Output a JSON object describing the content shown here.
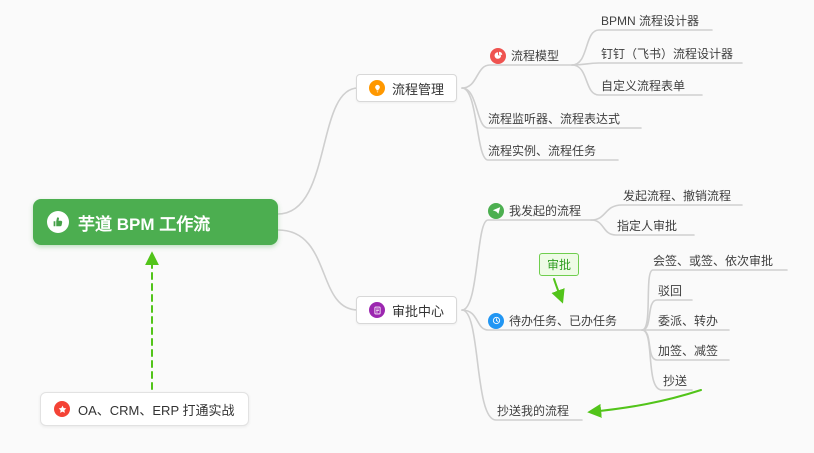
{
  "root": {
    "label": "芋道 BPM 工作流",
    "icon": "thumbs-up-icon",
    "bg_color": "#4cae50"
  },
  "branches": {
    "process": {
      "label": "流程管理",
      "icon": "lightbulb-icon",
      "icon_color": "#ff9800",
      "model": {
        "label": "流程模型",
        "icon": "pie-chart-icon",
        "icon_color": "#ef5350",
        "children": [
          "BPMN 流程设计器",
          "钉钉（飞书）流程设计器",
          "自定义流程表单"
        ]
      },
      "listener": "流程监听器、流程表达式",
      "instance": "流程实例、流程任务"
    },
    "approval": {
      "label": "审批中心",
      "icon": "document-icon",
      "icon_color": "#9c27b0",
      "initiated": {
        "label": "我发起的流程",
        "icon": "paper-plane-icon",
        "icon_color": "#4caf50",
        "children": [
          "发起流程、撤销流程",
          "指定人审批"
        ]
      },
      "tasks": {
        "label": "待办任务、已办任务",
        "icon": "clock-icon",
        "icon_color": "#2196f3",
        "children": [
          "会签、或签、依次审批",
          "驳回",
          "委派、转办",
          "加签、减签",
          "抄送"
        ]
      },
      "cc": {
        "label": "抄送我的流程"
      }
    }
  },
  "annotations": {
    "approval_tag": "审批",
    "practice_note": "OA、CRM、ERP 打通实战",
    "note_icon": "star-icon",
    "note_icon_color": "#f44336"
  },
  "colors": {
    "connector": "#cfcfcf",
    "arrow_green": "#52c41a",
    "canvas_bg": "#fafafa"
  }
}
